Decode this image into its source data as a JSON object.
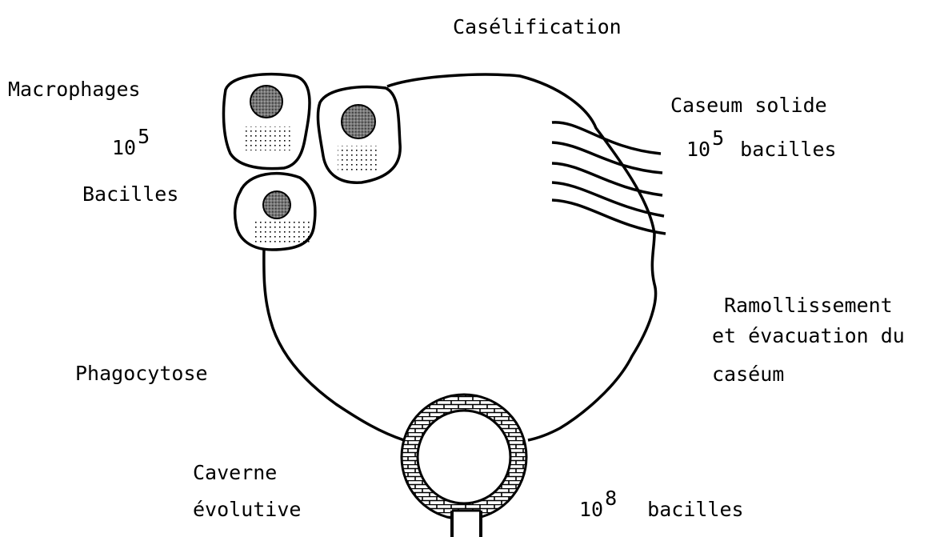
{
  "labels": {
    "title": "Casélification",
    "macrophages": "Macrophages",
    "macro_count_base": "10",
    "macro_count_exp": "5",
    "bacilles_left": "Bacilles",
    "caseum_solide": "Caseum solide",
    "caseum_count_base": "10",
    "caseum_count_exp": "5",
    "caseum_count_unit": "bacilles",
    "ramollissement_1": "Ramollissement",
    "ramollissement_2": "et évacuation du",
    "ramollissement_3": "caséum",
    "phagocytose": "Phagocytose",
    "caverne_1": "Caverne",
    "caverne_2": "évolutive",
    "bottom_count_base": "10",
    "bottom_count_exp": "8",
    "bottom_count_unit": "bacilles"
  }
}
